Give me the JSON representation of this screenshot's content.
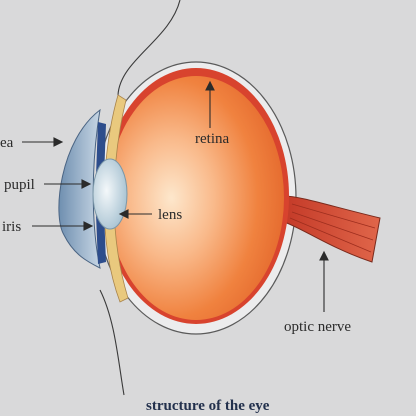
{
  "labels": {
    "cornea": "ea",
    "pupil": "pupil",
    "iris": "iris",
    "lens": "lens",
    "retina": "retina",
    "optic_nerve": "optic nerve"
  },
  "caption": "structure of the eye",
  "colors": {
    "background": "#d9d9da",
    "eyeball_outer": "#f07a3e",
    "eyeball_center": "#fde0bf",
    "retina_band": "#d8432e",
    "sclera": "#e9e9ea",
    "cornea": "#9db3cc",
    "lens": "#c8dbe6",
    "iris": "#2d4d8c",
    "optic_nerve": "#d64a33",
    "caption": "#23314d"
  }
}
